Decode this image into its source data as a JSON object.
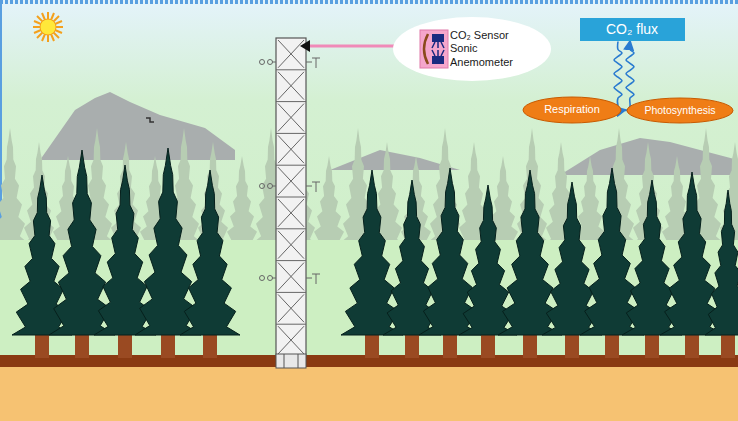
{
  "diagram": {
    "nodes": [
      {
        "text": [
          "CO₂ Sensor Sonic Anemometer"
        ]
      },
      {
        "text": [
          "CO₂ flux"
        ]
      },
      {
        "text": [
          "Respiration"
        ]
      },
      {
        "text": [
          "Photosynthesis"
        ]
      }
    ],
    "edges": [
      {
        "from": 2,
        "to": 1,
        "arrow": "to"
      },
      {
        "from": 1,
        "to": 3,
        "arrow": "to"
      }
    ]
  }
}
